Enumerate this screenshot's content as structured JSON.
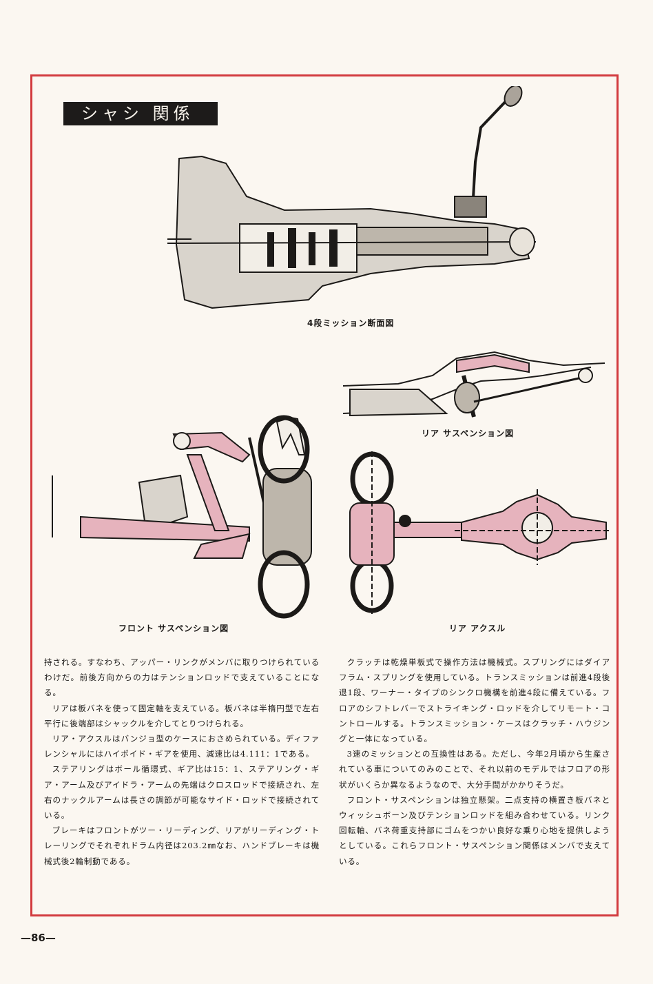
{
  "section_title": "シャシ 関係",
  "figures": {
    "transmission_caption": "4段ミッション断面図",
    "rear_suspension_caption": "リア サスペンション図",
    "front_suspension_caption": "フロント サスペンション図",
    "rear_axle_caption": "リア アクスル"
  },
  "left_column": [
    "持される。すなわち、アッパー・リンクがメンバに取りつけられているわけだ。前後方向からの力はテンションロッドで支えていることになる。",
    "リアは板バネを使って固定軸を支えている。板バネは半楕円型で左右平行に後端部はシャックルを介してとりつけられる。",
    "リア・アクスルはバンジョ型のケースにおさめられている。ディファレンシャルにはハイポイド・ギアを使用、減速比は4.111：1である。",
    "ステアリングはボール循環式、ギア比は15：1、ステアリング・ギア・アーム及びアイドラ・アームの先端はクロスロッドで接続され、左右のナックルアームは長さの調節が可能なサイド・ロッドで接続されている。",
    "ブレーキはフロントがツー・リーディング、リアがリーディング・トレーリングでそれぞれドラム内径は203.2㎜なお、ハンドブレーキは機械式後2輪制動である。"
  ],
  "right_column": [
    "クラッチは乾燥単板式で操作方法は機械式。スプリングにはダイアフラム・スプリングを使用している。トランスミッションは前進4段後退1段、ワーナー・タイプのシンクロ機構を前進4段に備えている。フロアのシフトレバーでストライキング・ロッドを介してリモート・コントロールする。トランスミッション・ケースはクラッチ・ハウジングと一体になっている。",
    "3速のミッションとの互換性はある。ただし、今年2月頃から生産されている車についてのみのことで、それ以前のモデルではフロアの形状がいくらか異なるようなので、大分手間がかかりそうだ。",
    "フロント・サスペンションは独立懸架。二点支持の横置き板バネとウィッシュボーン及びテンションロッドを組み合わせている。リンク回転軸、バネ荷重支持部にゴムをつかい良好な乗り心地を提供しようとしている。これらフロント・サスペンション関係はメンバで支えている。"
  ],
  "page_number": "—86—",
  "colors": {
    "frame": "#d23a3e",
    "pink": "#e6b3bd",
    "ink": "#1c1a18"
  }
}
